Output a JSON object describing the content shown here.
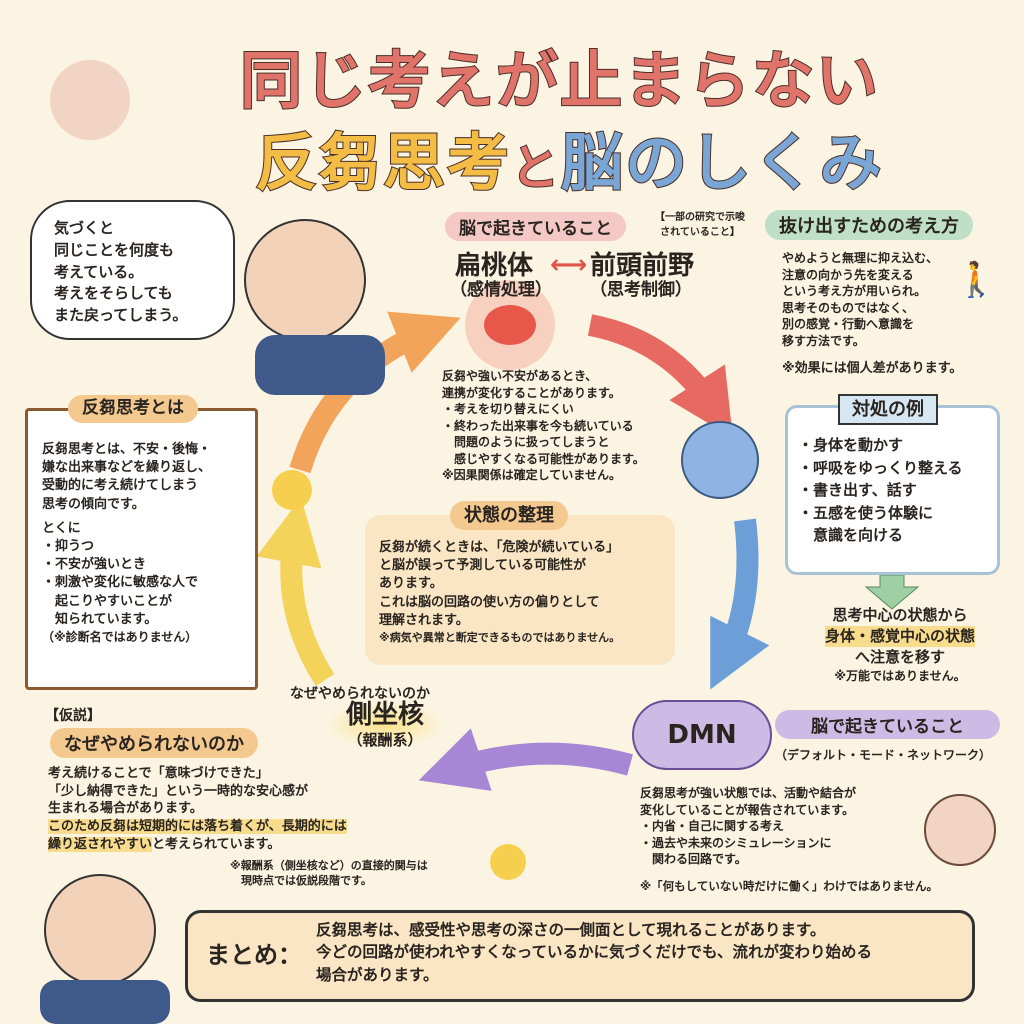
{
  "title": {
    "line1": "同じ考えが止まらない",
    "line2a": "反芻思考",
    "line2b": "と",
    "line2c": "脳のしくみ"
  },
  "speech": "気づくと\n同じことを何度も\n考えている。\n考えをそらしても\nまた戻ってしまう。",
  "definition": {
    "heading": "反芻思考とは",
    "body": "反芻思考とは、不安・後悔・\n嫌な出来事などを繰り返し、\n受動的に考え続けてしまう\n思考の傾向です。",
    "intro": "とくに",
    "items": [
      "・抑うつ",
      "・不安が強いとき",
      "・刺激や変化に敏感な人で\n　起こりやすいことが\n　知られています。"
    ],
    "note": "（※診断名ではありません）"
  },
  "brain": {
    "heading": "脳で起きていること",
    "research_note": "【一部の研究で示唆\nされていること】",
    "left_term": "扁桃体",
    "left_sub": "（感情処理）",
    "right_term": "前頭前野",
    "right_sub": "（思考制御）",
    "body": "反芻や強い不安があるとき、\n連携が変化することがあります。\n・考えを切り替えにくい\n・終わった出来事を今も続いている\n　問題のように扱ってしまうと\n　感じやすくなる可能性があります。\n※因果関係は確定していません。"
  },
  "escape": {
    "heading": "抜け出すための考え方",
    "body": "やめようと無理に抑え込む、\n注意の向かう先を変える\nという考え方が用いられ。\n思考そのものではなく、\n別の感覚・行動へ意識を\n移す方法です。",
    "note": "※効果には個人差があります。"
  },
  "coping": {
    "heading": "対処の例",
    "items": [
      "・身体を動かす",
      "・呼吸をゆっくり整える",
      "・書き出す、話す",
      "・五感を使う体験に\n　意識を向ける"
    ]
  },
  "shift": {
    "line1": "思考中心の状態から",
    "highlight": "身体・感覚中心の状態",
    "line3": "へ注意を移す",
    "note": "※万能ではありません。"
  },
  "state": {
    "heading": "状態の整理",
    "body": "反芻が続くときは、「危険が続いている」\nと脳が誤って予測している可能性が\nあります。\nこれは脳の回路の使い方の偏りとして\n理解されます。",
    "note": "※病気や異常と断定できるものではありません。"
  },
  "nucleus": {
    "question": "なぜやめられないのか",
    "term": "側坐核",
    "sub": "（報酬系）"
  },
  "hypothesis": {
    "tag": "【仮説】",
    "heading": "なぜやめられないのか",
    "body": "考え続けることで「意味づけできた」\n「少し納得できた」という一時的な安心感が\n生まれる場合があります。",
    "hl1": "このため反芻は短期的には落ち着くが、長期的には",
    "hl2": "繰り返されやすい",
    "tail": "と考えられています。",
    "note": "※報酬系（側坐核など）の直接的関与は\n　現時点では仮説段階です。"
  },
  "dmn": {
    "label": "DMN",
    "heading": "脳で起きていること",
    "sub": "（デフォルト・モード・ネットワーク）",
    "body": "反芻思考が強い状態では、活動や結合が\n変化していることが報告されています。\n・内省・自己に関する考え\n・過去や未来のシミュレーションに\n　関わる回路です。",
    "note": "※「何もしていない時だけに働く」わけではありません。"
  },
  "summary": {
    "label": "まとめ：",
    "body": "反芻思考は、感受性や思考の深さの一側面として現れることがあります。\n今どの回路が使われやすくなっているかに気づくだけでも、流れが変わり始める\n場合があります。"
  },
  "colors": {
    "bg": "#fbf4e3",
    "title_red": "#e0736a",
    "title_yellow": "#f3bd45",
    "title_blue": "#7aa6d6",
    "pink": "#f4c8c4",
    "green": "#bfe0c6",
    "purple": "#cdbbe6",
    "orange": "#f3c98f"
  }
}
